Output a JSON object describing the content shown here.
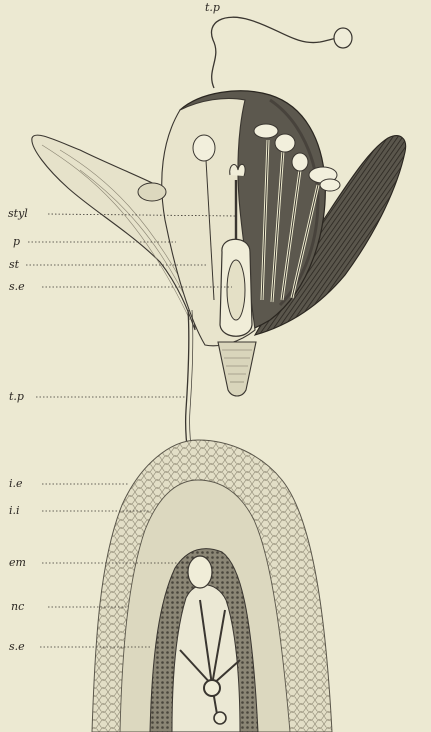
{
  "labels": {
    "tp_top": "t.p",
    "styl": "styl",
    "p": "p",
    "st": "st",
    "se_upper": "s.e",
    "tp_mid": "t.p",
    "ie": "i.e",
    "ii": "i.i",
    "em": "em",
    "nc": "nc",
    "se_lower": "s.e"
  },
  "colors": {
    "paper": "#ece9d2",
    "ink": "#2e2a25",
    "dark_petal": "#4e4a42",
    "light_petal": "#e4e0c8",
    "tissue": "#dcd8c0"
  }
}
